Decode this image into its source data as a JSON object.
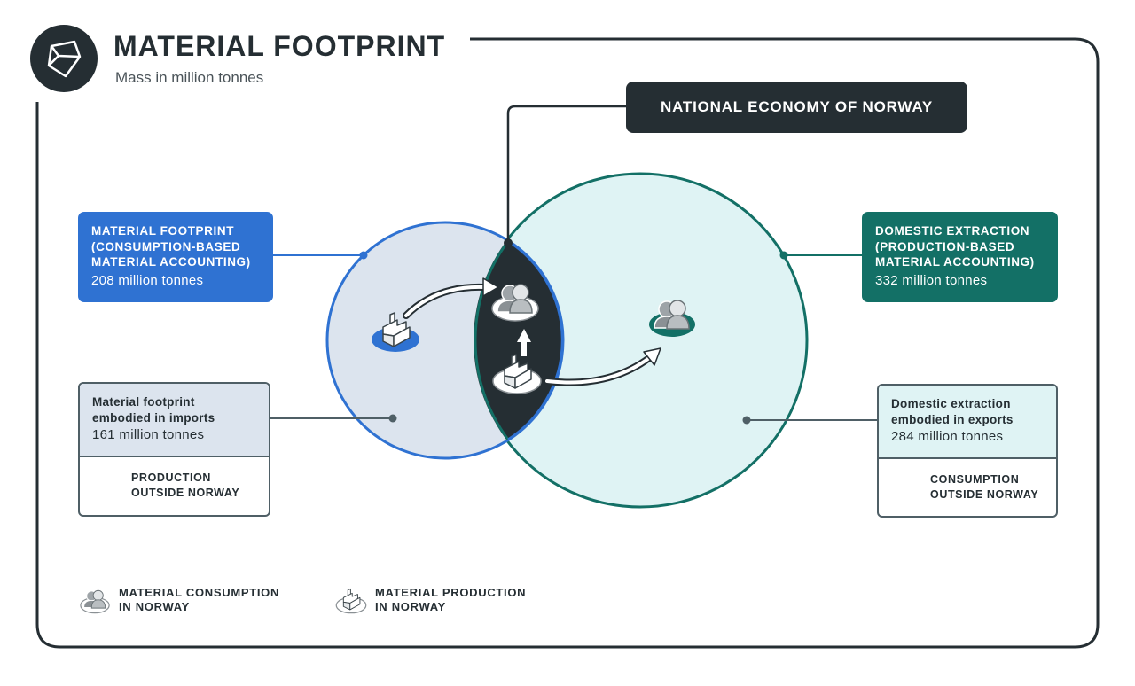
{
  "header": {
    "title": "MATERIAL FOOTPRINT",
    "subtitle": "Mass in million tonnes",
    "logo_icon": "cube-outline-icon"
  },
  "economy_label": "NATIONAL ECONOMY OF NORWAY",
  "material_footprint_box": {
    "heading": "MATERIAL FOOTPRINT\n(CONSUMPTION-BASED\nMATERIAL ACCOUNTING)",
    "value": "208 million tonnes"
  },
  "domestic_extraction_box": {
    "heading": "DOMESTIC EXTRACTION\n(PRODUCTION-BASED\nMATERIAL ACCOUNTING)",
    "value": "332 million tonnes"
  },
  "imports_box": {
    "heading": "Material footprint\nembodied in imports",
    "value": "161 million tonnes",
    "sub_label": "PRODUCTION\nOUTSIDE NORWAY",
    "sub_icon": "factory-icon"
  },
  "exports_box": {
    "heading": "Domestic extraction\nembodied in exports",
    "value": "284 million tonnes",
    "sub_label": "CONSUMPTION\nOUTSIDE NORWAY",
    "sub_icon": "people-icon"
  },
  "legend": [
    {
      "label": "MATERIAL CONSUMPTION\nIN NORWAY",
      "icon": "people-icon"
    },
    {
      "label": "MATERIAL PRODUCTION\nIN NORWAY",
      "icon": "factory-icon"
    }
  ],
  "colors": {
    "dark": "#252e33",
    "blue": "#2f72d2",
    "teal": "#137066",
    "light_blue_fill": "#dce4ee",
    "light_teal_fill": "#dff3f4"
  }
}
